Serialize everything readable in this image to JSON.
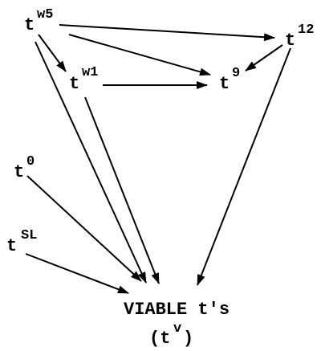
{
  "nodes": {
    "tw5": {
      "base": "t",
      "sup": "w5"
    },
    "tw1": {
      "base": "t",
      "sup": "w1"
    },
    "t9": {
      "base": "t",
      "sup": "9"
    },
    "t12": {
      "base": "t",
      "sup": "12"
    },
    "t0": {
      "base": "t",
      "sup": "0"
    },
    "tsl": {
      "base": "t",
      "sup": "SL"
    }
  },
  "viable": {
    "line1": "VIABLE t's",
    "line2_open": "(t",
    "line2_sup": "v",
    "line2_close": ")"
  },
  "edges": [
    {
      "from": "tw5",
      "to": "t12"
    },
    {
      "from": "tw5",
      "to": "t9"
    },
    {
      "from": "tw5",
      "to": "tw1"
    },
    {
      "from": "tw5",
      "to": "viable"
    },
    {
      "from": "tw1",
      "to": "t9"
    },
    {
      "from": "tw1",
      "to": "viable"
    },
    {
      "from": "t12",
      "to": "t9"
    },
    {
      "from": "t12",
      "to": "viable"
    },
    {
      "from": "t0",
      "to": "viable"
    },
    {
      "from": "tsl",
      "to": "viable"
    }
  ]
}
